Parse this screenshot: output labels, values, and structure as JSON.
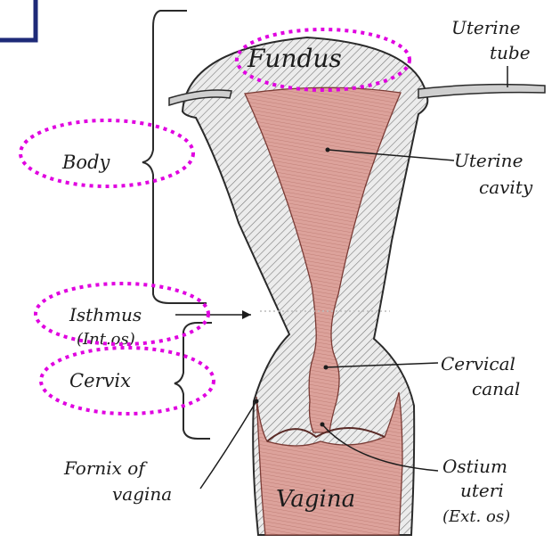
{
  "diagram": {
    "labels": {
      "fundus": "Fundus",
      "uterine_tube_1": "Uterine",
      "uterine_tube_2": "tube",
      "body": "Body",
      "uterine_cavity_1": "Uterine",
      "uterine_cavity_2": "cavity",
      "isthmus": "Isthmus",
      "int_os": "(Int.os)",
      "cervix": "Cervix",
      "cervical_canal_1": "Cervical",
      "cervical_canal_2": "canal",
      "fornix_1": "Fornix of",
      "fornix_2": "vagina",
      "vagina": "Vagina",
      "ostium_1": "Ostium",
      "ostium_2": "uteri",
      "ostium_3": "(Ext. os)"
    },
    "colors": {
      "wall_fill": "#ececec",
      "hatch": "#6b6b6b",
      "cavity_fill": "#dca29b",
      "cavity_stroke": "#7a3b35",
      "highlight_ellipse": "#e000e0",
      "corner_frame": "#1e2a78",
      "ink": "#1c1c1c"
    }
  }
}
